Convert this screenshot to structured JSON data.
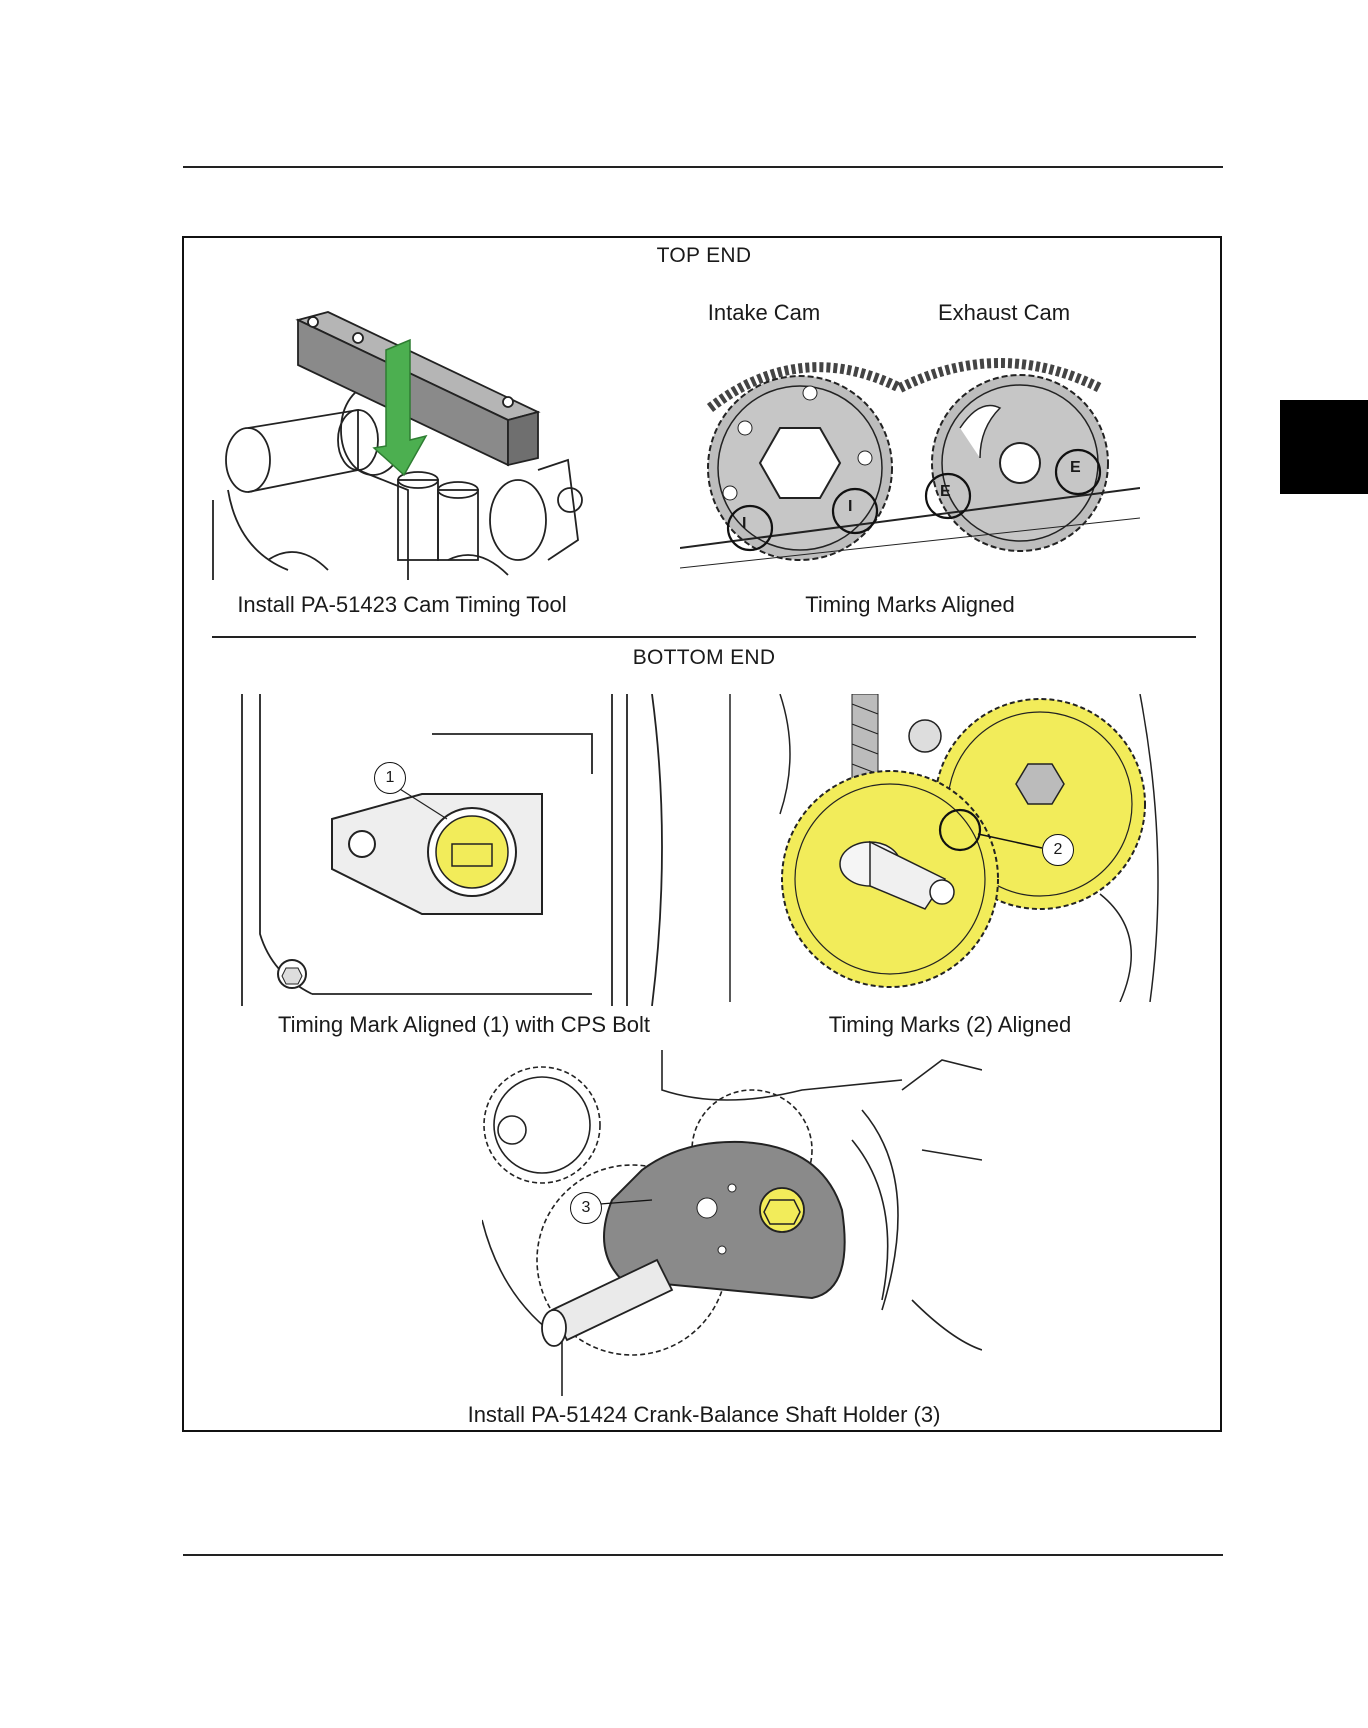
{
  "page": {
    "frame": {
      "top_section_title": "TOP END",
      "bottom_section_title": "BOTTOM END",
      "figures": {
        "cam_tool": {
          "caption": "Install PA-51423 Cam Timing Tool"
        },
        "cam_marks": {
          "caption": "Timing Marks Aligned",
          "intake_label": "Intake Cam",
          "exhaust_label": "Exhaust Cam",
          "intake_mark_letter": "I",
          "exhaust_mark_letter": "E"
        },
        "cps_mark": {
          "caption": "Timing Mark Aligned (1) with CPS Bolt",
          "callout": "1"
        },
        "gear_marks": {
          "caption": "Timing Marks (2) Aligned",
          "callout": "2"
        },
        "crank_holder": {
          "caption": "Install PA-51424 Crank-Balance Shaft Holder (3)",
          "callout": "3"
        }
      }
    },
    "colors": {
      "highlight_yellow": "#f2ec5a",
      "arrow_green": "#4caf50",
      "tool_gray": "#8a8a8a",
      "line": "#222222"
    }
  }
}
